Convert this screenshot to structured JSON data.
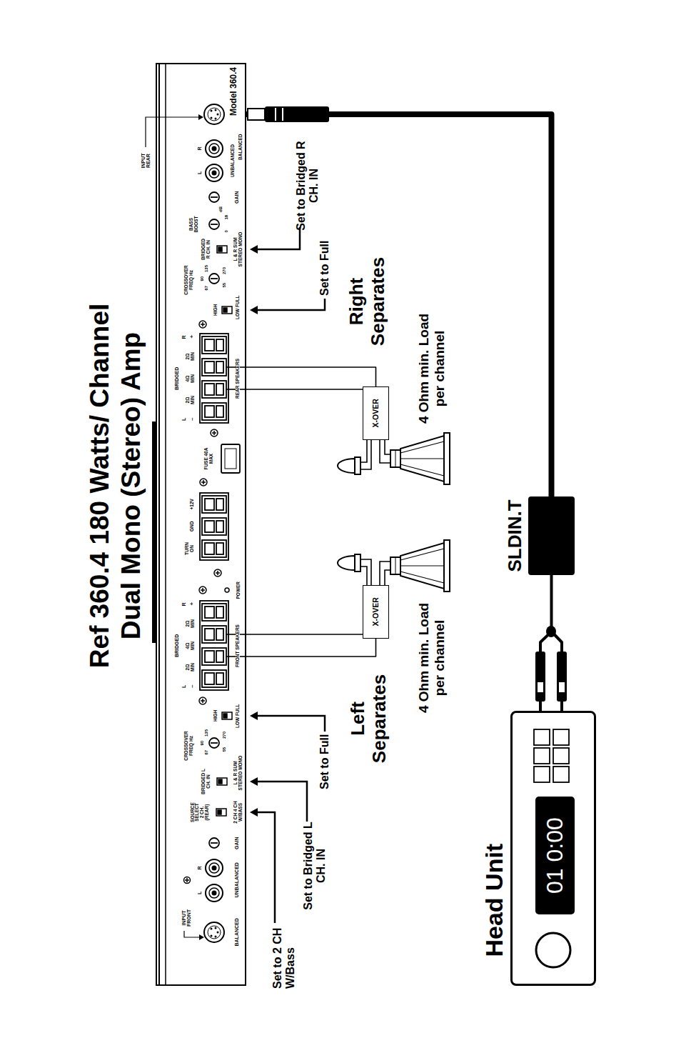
{
  "diagram": {
    "title": "Ref 360.4 180 Watts/ Channel Dual Mono (Stereo) Amp",
    "nodes": [
      {
        "text": [
          "Model 360.4"
        ]
      },
      {
        "text": [
          "X-OVER"
        ]
      },
      {
        "text": [
          "X-OVER"
        ]
      },
      {
        "text": [
          "SLDIN.T"
        ]
      },
      {
        "text": [
          "Head Unit"
        ]
      },
      {
        "text": [
          "01 0:00"
        ],
        "in": 4
      }
    ],
    "edges": [
      {
        "from": 0,
        "to": 1,
        "arrow": "none"
      },
      {
        "from": 0,
        "to": 2,
        "arrow": "none"
      },
      {
        "from": 4,
        "to": 3,
        "arrow": "none"
      },
      {
        "from": 3,
        "to": 0,
        "arrow": "none"
      }
    ],
    "labels": [
      "INPUT FRONT",
      "BALANCED",
      "L",
      "R",
      "UNBALANCED",
      "GAIN",
      "SOURCE SELECT 2 CH. (REAR)",
      "2 CH 4 CH W/BASS",
      "BRIDGED L CH. IN",
      "L & R SUM STEREO MONO",
      "CROSSOVER FREQ Hz",
      "90",
      "67",
      "135",
      "55",
      "270",
      "HIGH",
      "LOW FULL",
      "BRIDGED",
      "L",
      "R",
      "–",
      "2Ω MIN",
      "4Ω MIN",
      "2Ω MIN",
      "+",
      "FRONT SPEAKERS",
      "POWER",
      "TURN ON",
      "GND",
      "+12V",
      "FUSE 40A MAX",
      "BRIDGED",
      "L",
      "R",
      "–",
      "2Ω MIN",
      "4Ω MIN",
      "2Ω MIN",
      "+",
      "REAR SPEAKERS",
      "HIGH",
      "LOW FULL",
      "CROSSOVER FREQ Hz",
      "90",
      "67",
      "135",
      "55",
      "270",
      "BRIDGED R CH. IN",
      "L & R SUM STEREO MONO",
      "BASS BOOST",
      "0",
      "18",
      "dB",
      "GAIN",
      "INPUT REAR",
      "L",
      "R",
      "UNBALANCED",
      "BALANCED",
      "Set to 2 CH W/Bass",
      "Set to Bridged L CH. IN",
      "Set to Full",
      "Left Separates",
      "4 Ohm min. Load per channel",
      "Right Separates",
      "4 Ohm min. Load per channel",
      "Set to Full",
      "Set to Bridged R CH. IN"
    ]
  }
}
